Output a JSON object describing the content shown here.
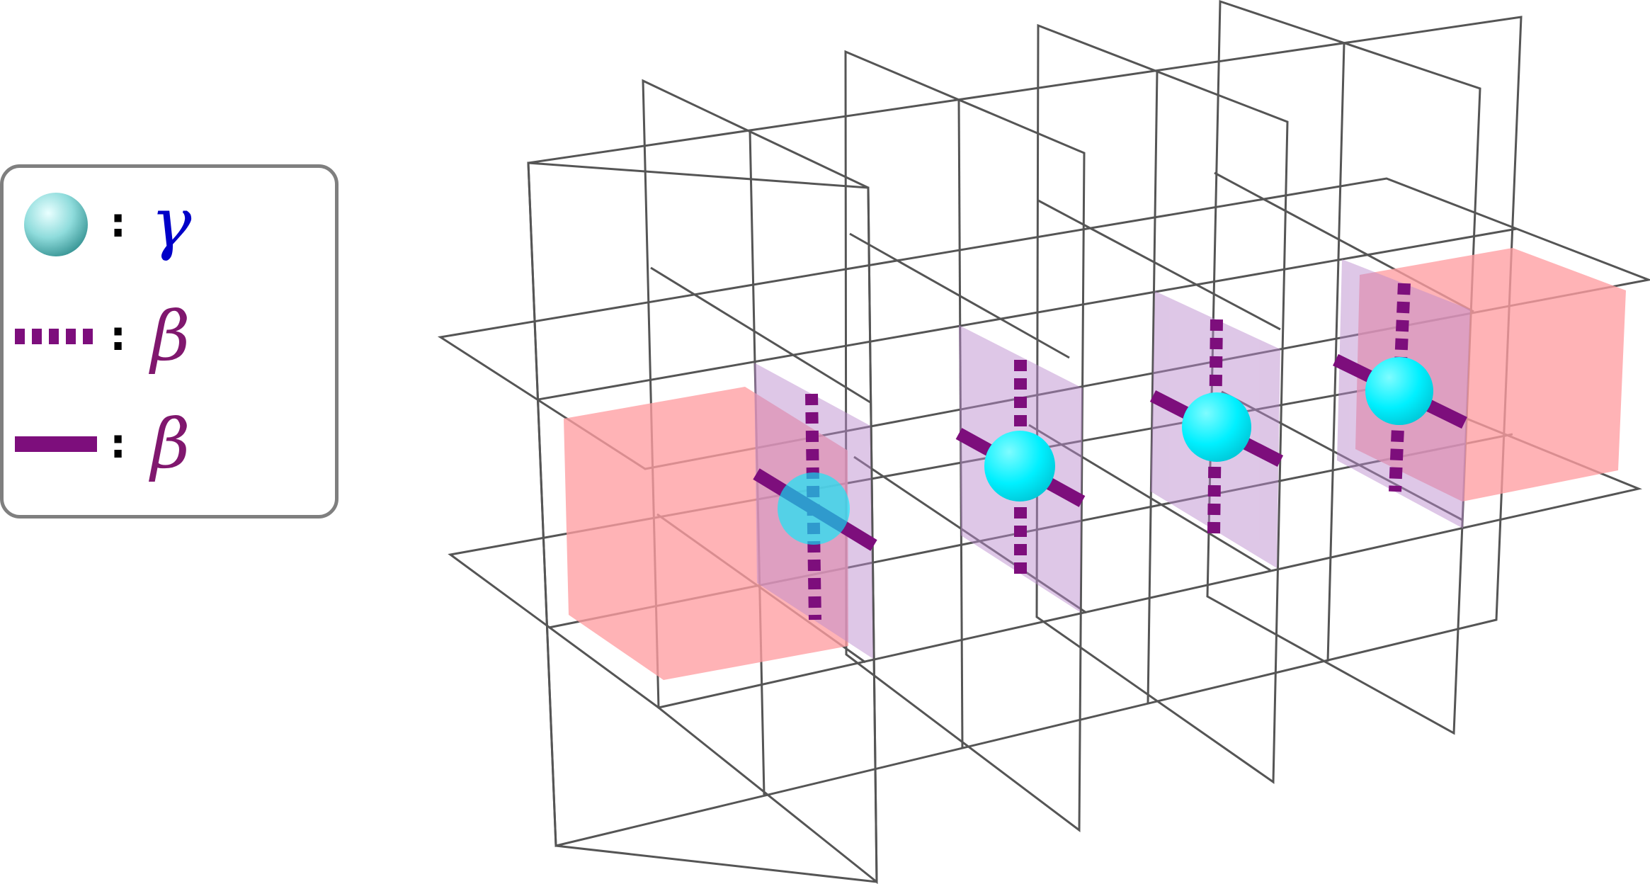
{
  "legend": {
    "rows": [
      {
        "marker": "sphere-marker",
        "symbol": "γ",
        "color": "#0000c8"
      },
      {
        "marker": "dotted-line-marker",
        "symbol": "β",
        "color": "#80176e"
      },
      {
        "marker": "solid-line-marker",
        "symbol": "β",
        "color": "#80176e"
      }
    ],
    "separator": ":"
  },
  "colors": {
    "grid": "#555555",
    "cube": "#ff9ea2",
    "face": "#cfa8d8",
    "string": "#7d0e7c",
    "sphere": "#00f0ff",
    "legend_sphere": "#7fd8d8",
    "legend_border": "#7f7f7f"
  }
}
